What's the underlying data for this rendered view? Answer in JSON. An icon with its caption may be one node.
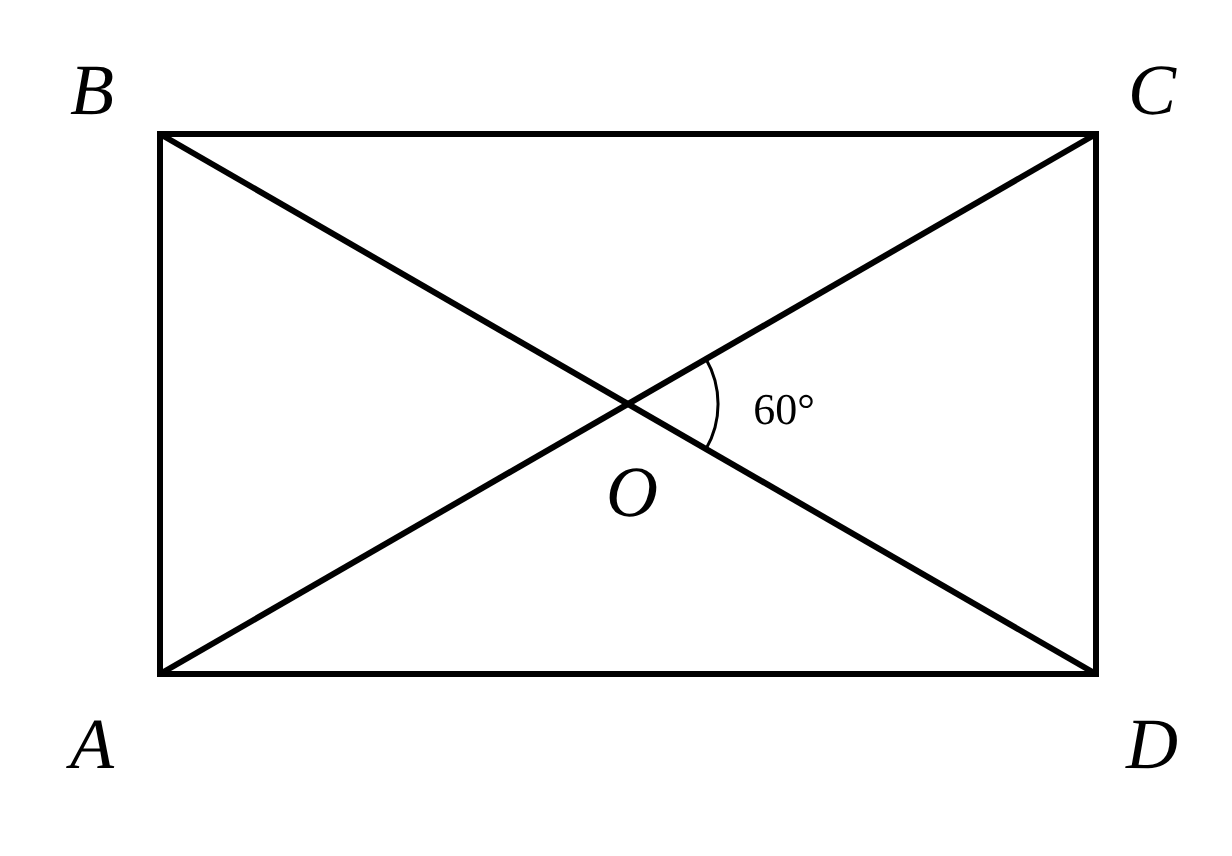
{
  "diagram": {
    "labels": [
      "B",
      "C",
      "60°",
      "O",
      "A",
      "D"
    ]
  }
}
